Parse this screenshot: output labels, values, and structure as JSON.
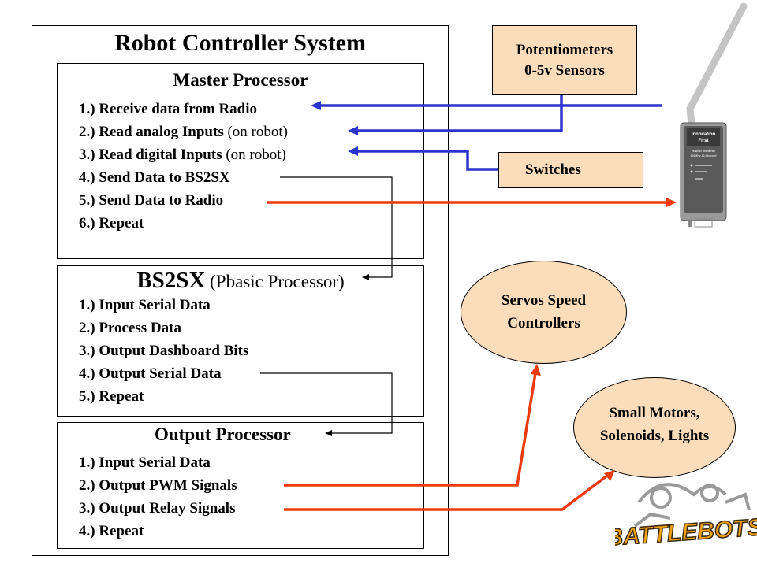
{
  "diagram": {
    "title": "Robot Controller System",
    "master": {
      "title": "Master Processor",
      "items": [
        {
          "text": "1.) Receive data from Radio",
          "suffix": ""
        },
        {
          "text": "2.) Read analog Inputs",
          "suffix": " (on robot)"
        },
        {
          "text": "3.) Read digital Inputs",
          "suffix": " (on robot)"
        },
        {
          "text": "4.) Send Data to BS2SX",
          "suffix": ""
        },
        {
          "text": "5.) Send Data to Radio",
          "suffix": ""
        },
        {
          "text": "6.) Repeat",
          "suffix": ""
        }
      ]
    },
    "bs2sx": {
      "title_main": "BS2SX",
      "title_sub": " (Pbasic Processor)",
      "items": [
        "1.) Input Serial Data",
        "2.) Process Data",
        "3.) Output Dashboard Bits",
        "4.) Output Serial Data",
        "5.) Repeat"
      ]
    },
    "output": {
      "title": "Output Processor",
      "items": [
        "1.) Input Serial Data",
        "2.) Output PWM Signals",
        "3.) Output Relay Signals",
        "4.) Repeat"
      ]
    },
    "peripherals": {
      "potentiometers_line1": "Potentiometers",
      "potentiometers_line2": "0-5v Sensors",
      "switches": "Switches",
      "servos_line1": "Servos Speed",
      "servos_line2": "Controllers",
      "motors_line1": "Small Motors,",
      "motors_line2": "Solenoids, Lights"
    },
    "radio": {
      "label_line1": "Innovation",
      "label_line2": "First",
      "label_line3": "Radio Modem",
      "label_line4": "900MHz 40-Channel"
    },
    "logo_text": "BATTLEBOTS",
    "colors": {
      "blue_wire": "#2a33cc",
      "red_wire": "#ee3a0c",
      "peripheral_fill": "#fbdcbb"
    }
  }
}
